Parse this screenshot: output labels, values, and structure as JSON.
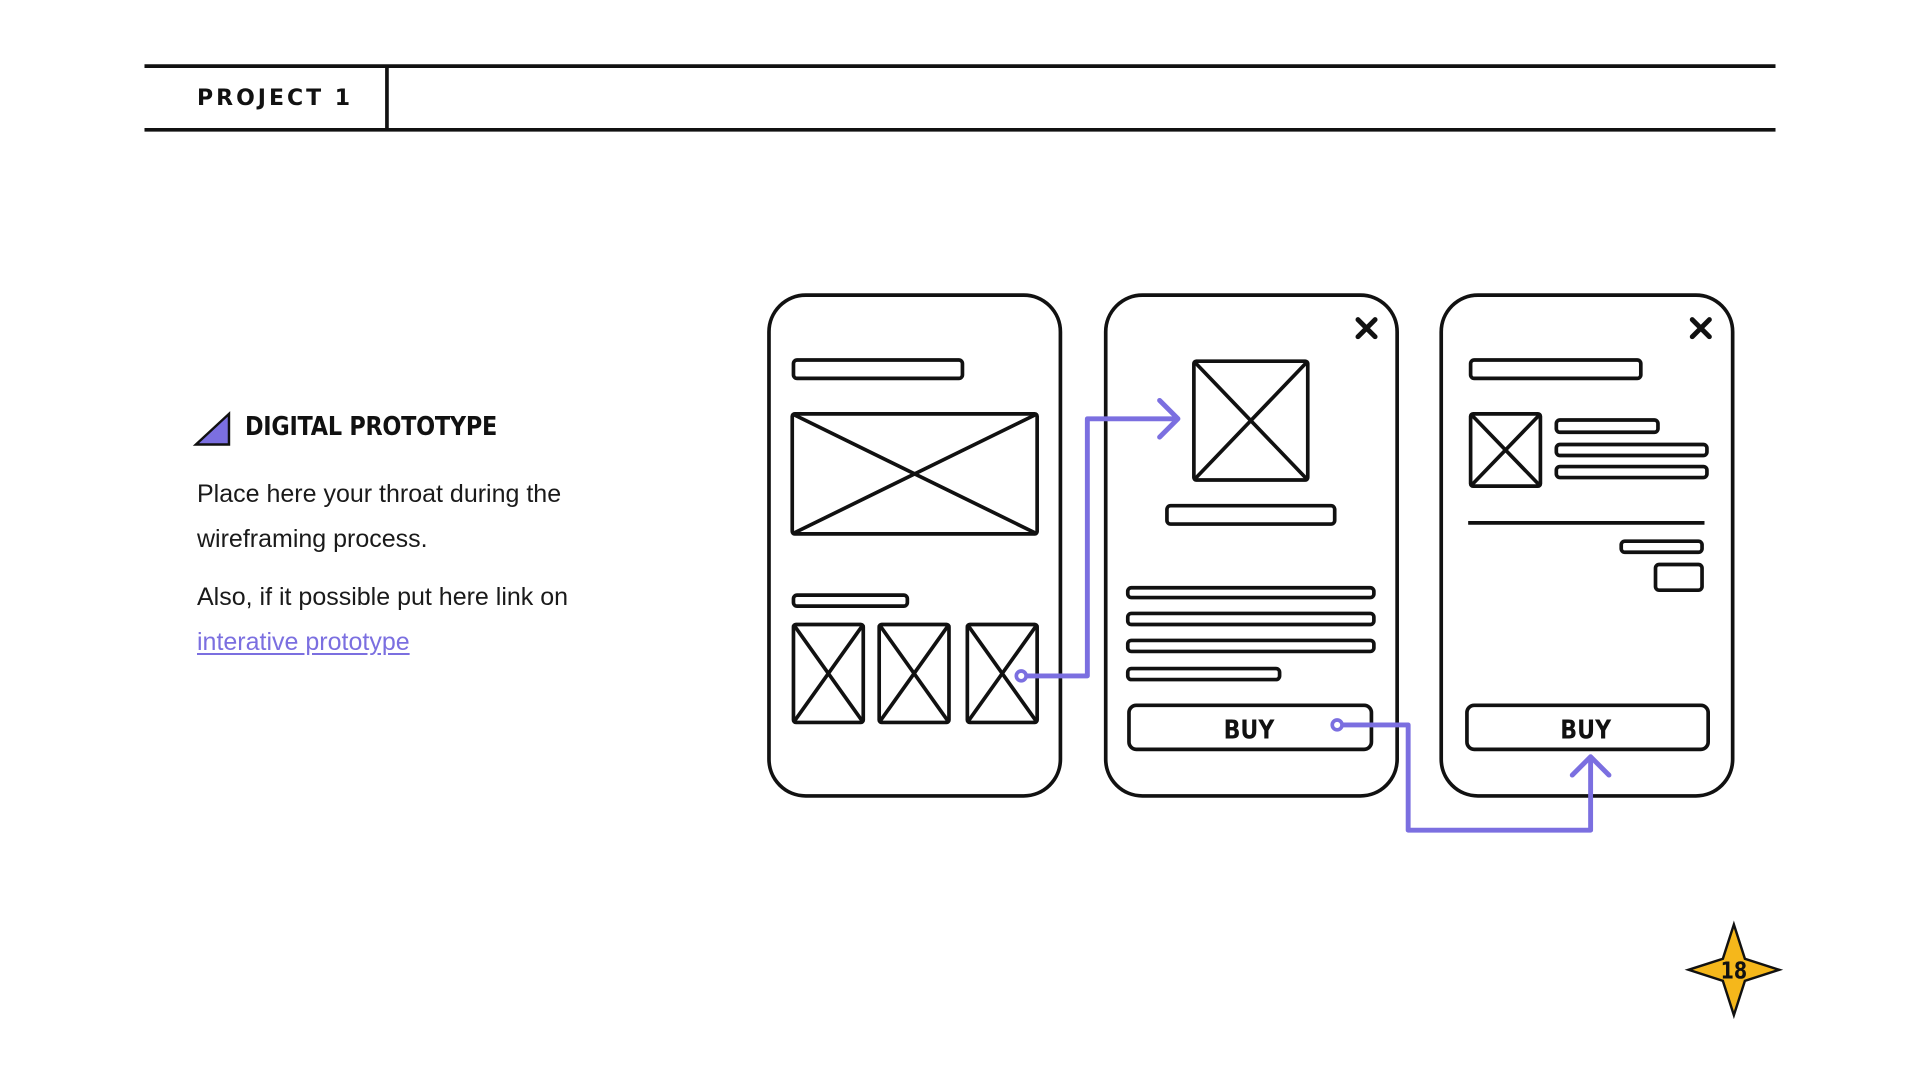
{
  "header": {
    "project_label": "PROJECT 1"
  },
  "section": {
    "title": "DIGITAL PROTOTYPE",
    "icon": "triangle-icon",
    "paragraph1_line1": "Place here your throat during the",
    "paragraph1_line2": "wireframing process.",
    "paragraph2_line1": "Also, if it possible put here link on",
    "link_text": "interative prototype"
  },
  "wireframes": {
    "screen1": {
      "name": "home-screen"
    },
    "screen2": {
      "name": "product-screen",
      "close_icon": "close-icon",
      "button_label": "BUY"
    },
    "screen3": {
      "name": "cart-screen",
      "close_icon": "close-icon",
      "button_label": "BUY"
    }
  },
  "page": {
    "number": "18",
    "badge_icon": "star-icon"
  },
  "colors": {
    "accent": "#7B6FE0",
    "star": "#F5B71B",
    "line": "#111111",
    "background": "#FFFFFF"
  }
}
